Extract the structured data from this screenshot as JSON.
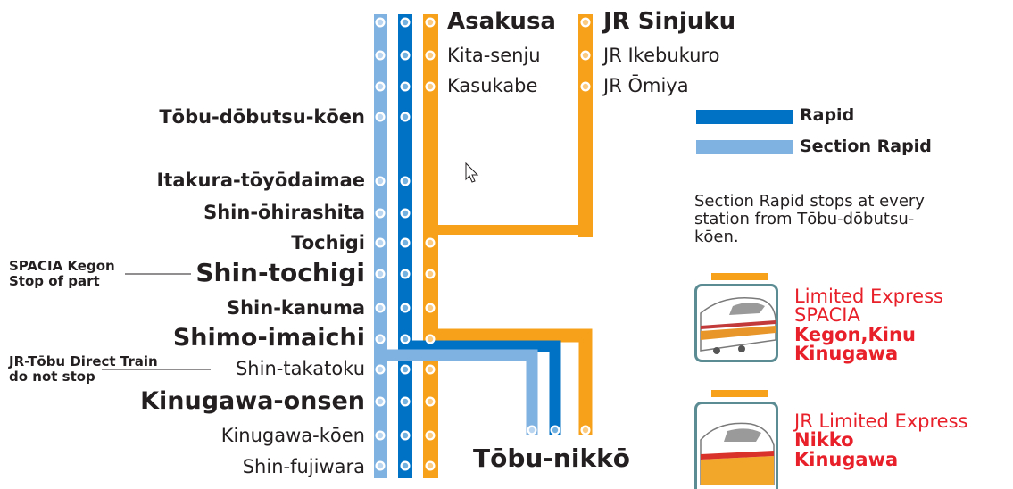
{
  "colors": {
    "rapid": "#0072c6",
    "section_rapid": "#7fb2e1",
    "orange": "#f7a11a",
    "red_text": "#e8202a",
    "dark_text": "#231f20"
  },
  "top_stations": {
    "tobu": [
      "Asakusa",
      "Kita-senju",
      "Kasukabe"
    ],
    "jr": [
      "JR Sinjuku",
      "JR Ikebukuro",
      "JR Ōmiya"
    ]
  },
  "left_stations": [
    "Tōbu-dōbutsu-kōen",
    "Itakura-tōyōdaimae",
    "Shin-ōhirashita",
    "Tochigi",
    "Shin-tochigi",
    "Shin-kanuma",
    "Shimo-imaichi",
    "Shin-takatoku",
    "Kinugawa-onsen",
    "Kinugawa-kōen",
    "Shin-fujiwara"
  ],
  "terminal": "Tōbu-nikkō",
  "notes": {
    "spacia": [
      "SPACIA Kegon",
      "Stop of part"
    ],
    "jr_direct": [
      "JR-Tōbu Direct Train",
      "do not stop"
    ],
    "section_rapid_info": [
      "Section Rapid  stops at every",
      "station from Tōbu-dōbutsu-",
      "kōen."
    ]
  },
  "legend": {
    "rapid": "Rapid",
    "section_rapid": "Section Rapid"
  },
  "trains": {
    "spacia": {
      "line1": "Limited Express",
      "line2": "SPACIA",
      "line3": "Kegon,Kinu",
      "line4": "Kinugawa"
    },
    "jr": {
      "line1": "JR Limited Express",
      "line2": "Nikko",
      "line3": "Kinugawa"
    }
  }
}
